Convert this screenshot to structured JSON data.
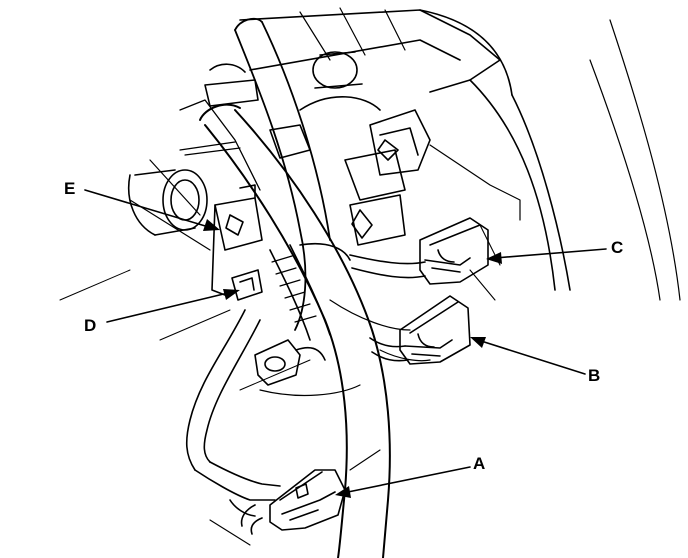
{
  "diagram": {
    "callouts": {
      "a": "A",
      "b": "B",
      "c": "C",
      "d": "D",
      "e": "E"
    },
    "parts": [
      {
        "key": "a",
        "name": "connector-a"
      },
      {
        "key": "b",
        "name": "connector-b"
      },
      {
        "key": "c",
        "name": "connector-c"
      },
      {
        "key": "d",
        "name": "harness-clip-d"
      },
      {
        "key": "e",
        "name": "bracket-e"
      }
    ],
    "colors": {
      "ink": "#000000",
      "paper": "#ffffff"
    }
  }
}
